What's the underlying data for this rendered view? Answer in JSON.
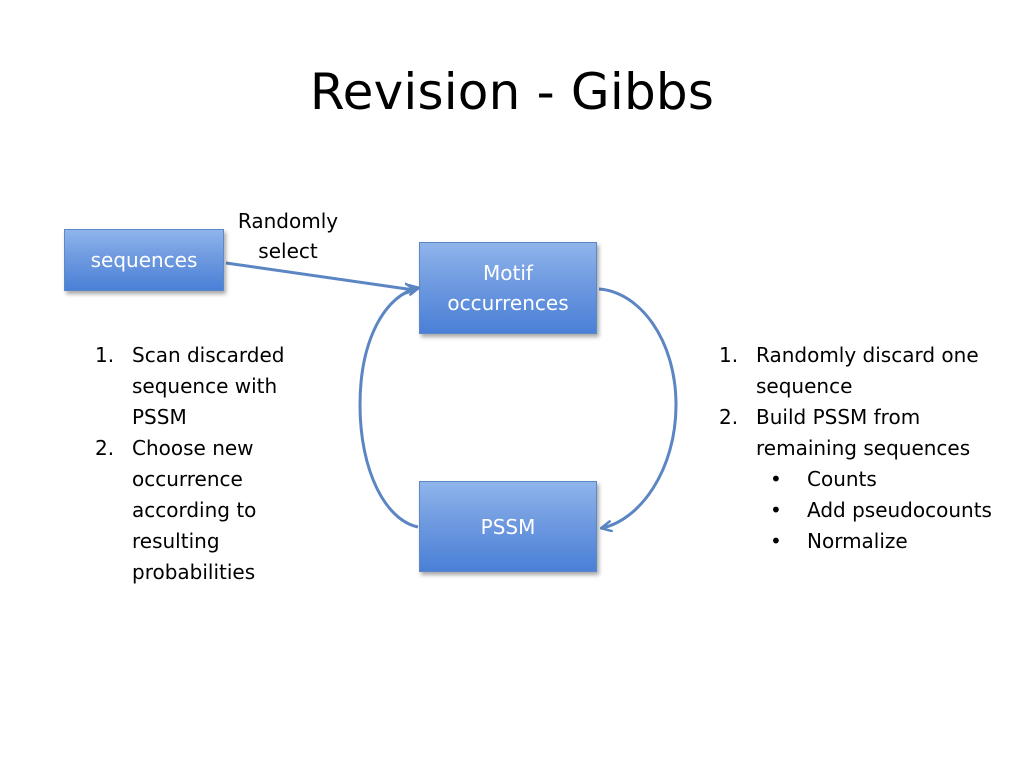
{
  "title": "Revision - Gibbs",
  "boxes": {
    "sequences": "sequences",
    "motif_occurrences": "Motif occurrences",
    "pssm": "PSSM"
  },
  "arrow_label": "Randomly select",
  "left_steps": [
    {
      "number": "1.",
      "text": "Scan discarded sequence with PSSM"
    },
    {
      "number": "2.",
      "text": "Choose new occurrence according to resulting probabilities"
    }
  ],
  "right_steps": [
    {
      "number": "1.",
      "text": "Randomly discard one sequence"
    },
    {
      "number": "2.",
      "text": "Build PSSM from remaining sequences"
    }
  ],
  "right_subbullets": [
    "Counts",
    "Add pseudocounts",
    "Normalize"
  ],
  "colors": {
    "box_fill": "#6f9ae0",
    "box_border": "#5d88c8",
    "arrow": "#5b85c3"
  }
}
